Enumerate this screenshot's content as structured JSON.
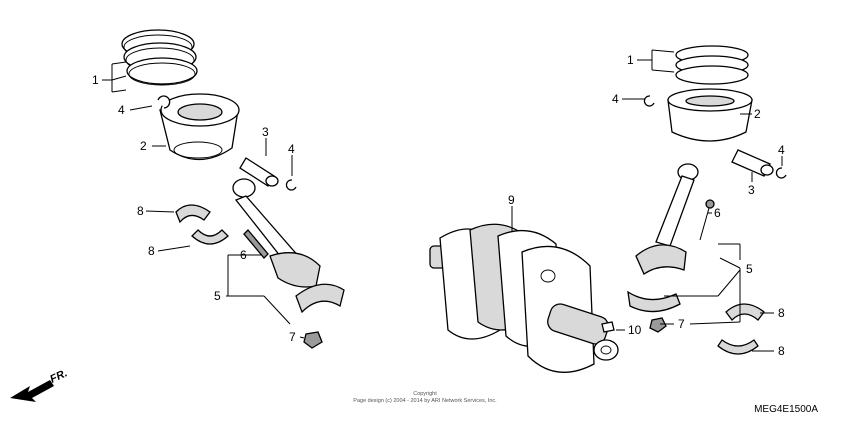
{
  "diagram": {
    "callouts": {
      "l1": "1",
      "l2": "2",
      "l3": "3",
      "l4a": "4",
      "l4b": "4",
      "l5": "5",
      "l6": "6",
      "l7": "7",
      "l8a": "8",
      "l8b": "8",
      "c9": "9",
      "c10": "10",
      "r1": "1",
      "r2": "2",
      "r3": "3",
      "r4a": "4",
      "r4b": "4",
      "r5": "5",
      "r6": "6",
      "r7": "7",
      "r8a": "8",
      "r8b": "8"
    },
    "direction_label": "FR.",
    "copyright_line1": "Copyright",
    "copyright_line2": "Page design (c) 2004 - 2014 by ARI Network Services, Inc.",
    "diagram_code": "MEG4E1500A"
  }
}
